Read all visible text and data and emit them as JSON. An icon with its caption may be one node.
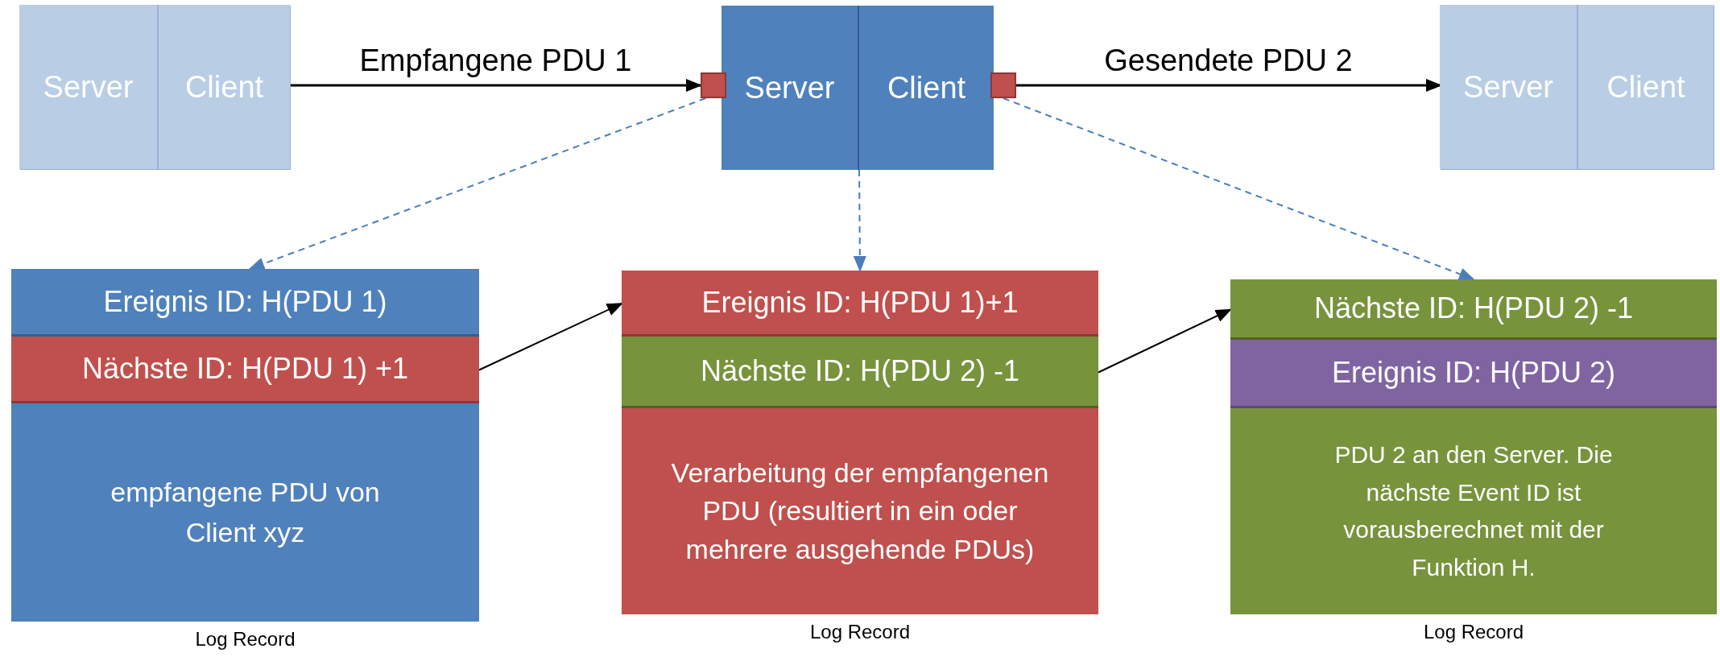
{
  "diagram": {
    "nodes": [
      {
        "text": [],
        "shape": "box"
      },
      {
        "text": [
          "Server"
        ],
        "in": 0
      },
      {
        "text": [
          "Client"
        ],
        "in": 0
      },
      {
        "text": [],
        "shape": "box"
      },
      {
        "text": [
          "Server"
        ],
        "in": 3
      },
      {
        "text": [
          "Client"
        ],
        "in": 3
      },
      {
        "text": [],
        "shape": "box"
      },
      {
        "text": [
          "Server"
        ],
        "in": 6
      },
      {
        "text": [
          "Client"
        ],
        "in": 6
      },
      {
        "text": [],
        "shape": "box"
      },
      {
        "text": [],
        "shape": "box"
      },
      {
        "text": [],
        "shape": "box",
        "beside": [
          "Log Record"
        ]
      },
      {
        "text": [
          "Ereignis ID: H(PDU 1)"
        ],
        "in": 11
      },
      {
        "text": [
          "Nächste ID: H(PDU 1) +1"
        ],
        "in": 11
      },
      {
        "text": [
          "empfangene PDU von Client xyz"
        ],
        "in": 11
      },
      {
        "text": [],
        "shape": "box",
        "beside": [
          "Log Record"
        ]
      },
      {
        "text": [
          "Ereignis ID: H(PDU 1)+1"
        ],
        "in": 15
      },
      {
        "text": [
          "Nächste ID: H(PDU 2) -1"
        ],
        "in": 15
      },
      {
        "text": [
          "Verarbeitung der empfangenen PDU (resultiert in ein oder mehrere ausgehende PDUs)"
        ],
        "in": 15
      },
      {
        "text": [],
        "shape": "box",
        "beside": [
          "Log Record"
        ]
      },
      {
        "text": [
          "Nächste ID: H(PDU 2) -1"
        ],
        "in": 19
      },
      {
        "text": [
          "Ereignis ID: H(PDU 2)"
        ],
        "in": 19
      },
      {
        "text": [
          "PDU 2 an den Server. Die nächste Event ID ist vorausberechnet mit der Funktion H."
        ],
        "in": 19
      }
    ],
    "edges": [
      {
        "from": 2,
        "to": 9,
        "arrow": "to",
        "label": "Empfangene PDU 1"
      },
      {
        "from": 10,
        "to": 7,
        "arrow": "to",
        "label": "Gesendete PDU 2"
      },
      {
        "from": 9,
        "to": 11,
        "arrow": "to",
        "style": "dashed",
        "color": "#4a7ebb"
      },
      {
        "from": 3,
        "to": 15,
        "arrow": "to",
        "style": "dashed",
        "color": "#4a7ebb"
      },
      {
        "from": 10,
        "to": 19,
        "arrow": "to",
        "style": "dashed",
        "color": "#4a7ebb"
      },
      {
        "from": 13,
        "to": 16,
        "arrow": "to"
      },
      {
        "from": 17,
        "to": 20,
        "arrow": "to"
      }
    ]
  }
}
